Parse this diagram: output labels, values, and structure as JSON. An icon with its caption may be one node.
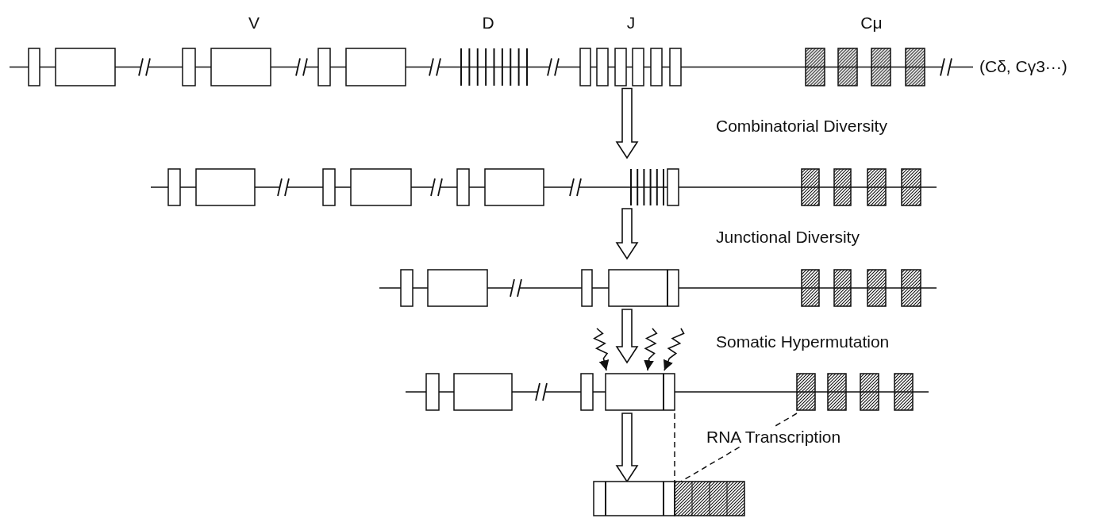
{
  "diagram": {
    "nodes": [
      {
        "text": [],
        "shape": "picture",
        "beside": [
          "(Cδ, Cγ3···)"
        ]
      },
      {
        "text": [],
        "shape": "picture"
      },
      {
        "text": [],
        "shape": "picture"
      },
      {
        "text": [],
        "shape": "picture"
      },
      {
        "text": [],
        "shape": "picture"
      }
    ],
    "edges": [
      {
        "from": 0,
        "to": 1,
        "arrow": "to"
      },
      {
        "from": 1,
        "to": 2,
        "arrow": "to"
      },
      {
        "from": 2,
        "to": 3,
        "arrow": "to"
      },
      {
        "from": 3,
        "to": 4,
        "arrow": "to"
      },
      {
        "from": 3,
        "to": 4,
        "arrow": "none",
        "style": "dashed"
      },
      {
        "from": 3,
        "to": 4,
        "arrow": "none",
        "style": "dashed"
      }
    ],
    "labels": [
      "V",
      "D",
      "J",
      "Cμ",
      "Combinatorial Diversity",
      "Junctional Diversity",
      "Somatic Hypermutation",
      "RNA Transcription"
    ]
  }
}
